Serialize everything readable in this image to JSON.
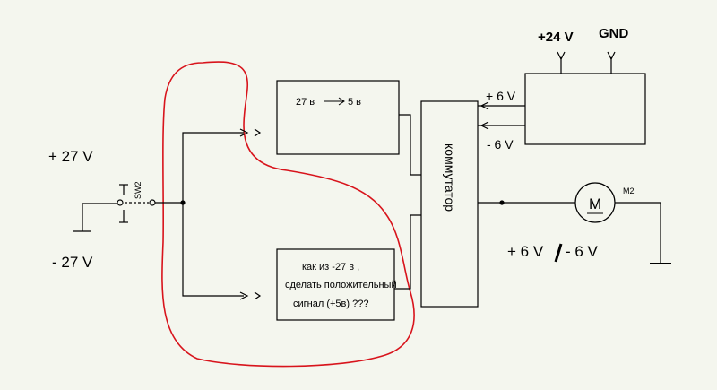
{
  "colors": {
    "background": "#f4f6ee",
    "wire": "#000000",
    "annotation": "#d8141c"
  },
  "labels": {
    "plus27": "+ 27 V",
    "minus27": "- 27 V",
    "sw2": "SW2",
    "converter": "27 в",
    "converter_out": "5 в",
    "question_line1": "как из -27 в ,",
    "question_line2": "сделать положительный",
    "question_line3": "сигнал  (+5в) ???",
    "commutator": "коммутатор",
    "plus24": "+24 V",
    "gnd": "GND",
    "plus6": "+ 6 V",
    "minus6": "- 6 V",
    "motor_letter": "M",
    "motor_ref": "M2",
    "output_plus": "+ 6 V",
    "output_minus": "- 6 V"
  },
  "icons": {
    "switch": "spdt-switch-icon",
    "motor": "motor-icon",
    "ground": "ground-icon",
    "antenna": "terminal-fork-icon",
    "arrow": "signal-arrow-icon"
  }
}
